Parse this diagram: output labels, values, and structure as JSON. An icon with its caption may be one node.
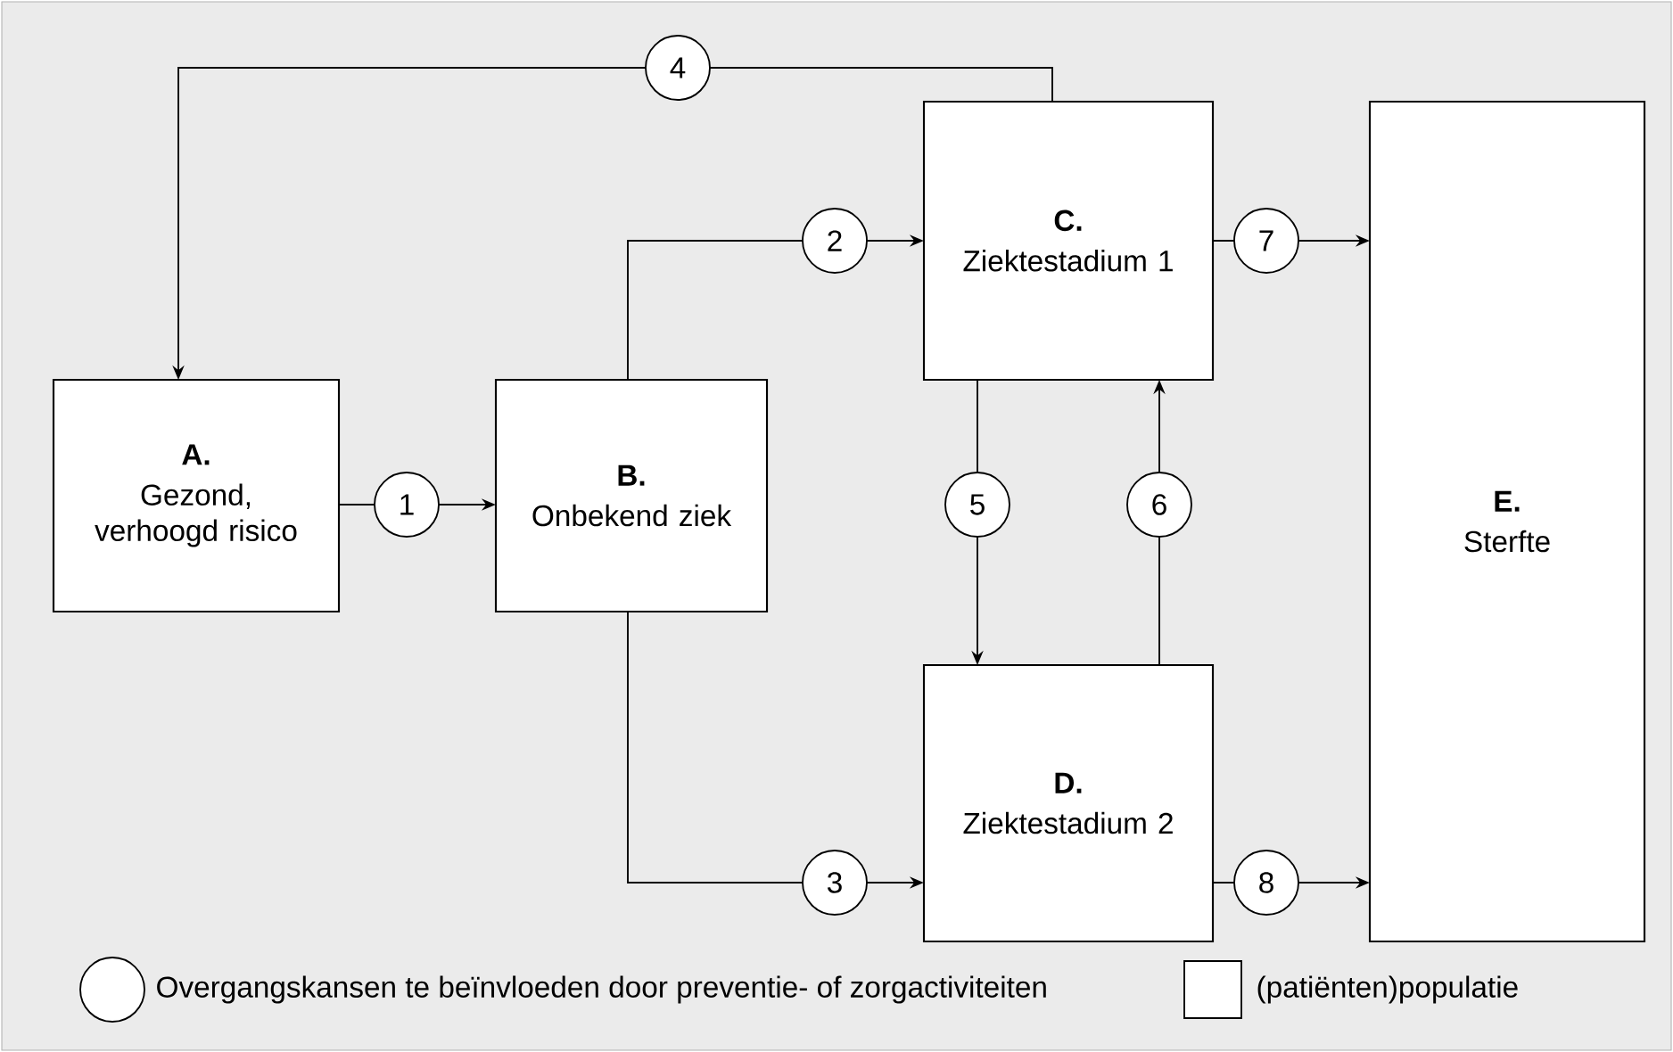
{
  "diagram": {
    "nodes": [
      {
        "text": [
          "A.",
          "Gezond, verhoogd risico"
        ]
      },
      {
        "text": [
          "B.",
          "Onbekend ziek"
        ]
      },
      {
        "text": [
          "C.",
          "Ziektestadium 1"
        ]
      },
      {
        "text": [
          "D.",
          "Ziektestadium 2"
        ]
      },
      {
        "text": [
          "E.",
          "Sterfte"
        ]
      }
    ],
    "edges": [
      {
        "from": 0,
        "to": 1,
        "arrow": "to",
        "label": "1"
      },
      {
        "from": 1,
        "to": 2,
        "arrow": "to",
        "label": "2"
      },
      {
        "from": 1,
        "to": 3,
        "arrow": "to",
        "label": "3"
      },
      {
        "from": 2,
        "to": 0,
        "arrow": "to",
        "label": "4"
      },
      {
        "from": 2,
        "to": 3,
        "arrow": "to",
        "label": "5"
      },
      {
        "from": 3,
        "to": 2,
        "arrow": "to",
        "label": "6"
      },
      {
        "from": 2,
        "to": 4,
        "arrow": "to",
        "label": "7"
      },
      {
        "from": 3,
        "to": 4,
        "arrow": "to",
        "label": "8"
      }
    ],
    "legend": [
      {
        "text": "Overgangskansen te beïnvloeden door preventie- of zorgactiviteiten"
      },
      {
        "text": "(patiënten)populatie"
      }
    ]
  }
}
